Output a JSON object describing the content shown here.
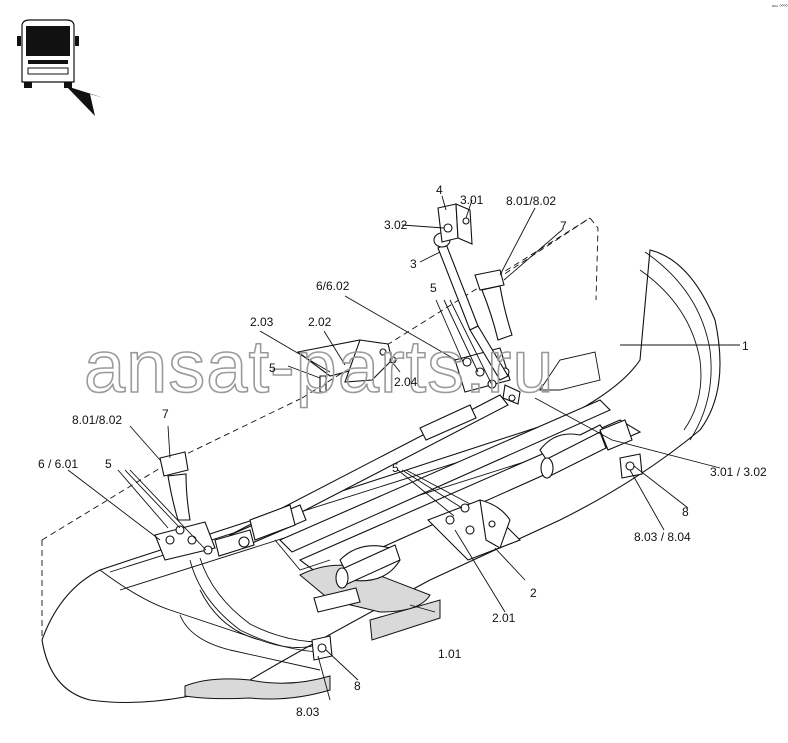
{
  "watermark": "ansat-parts.ru",
  "corner_code": "ᵃ⁸⁹ ⁰⁰⁰⁰",
  "icons": [
    "bus-front-icon",
    "arrow-pointer-icon"
  ],
  "callouts": {
    "c_1": "1",
    "c_1_01": "1.01",
    "c_2": "2",
    "c_2_01": "2.01",
    "c_2_02": "2.02",
    "c_2_03": "2.03",
    "c_2_04": "2.04",
    "c_3": "3",
    "c_3_01": "3.01",
    "c_3_02": "3.02",
    "c_3_01_3_02": "3.01 / 3.02",
    "c_4": "4",
    "c_5_a": "5",
    "c_5_b": "5",
    "c_5_c": "5",
    "c_5_d": "5",
    "c_6_6_02": "6/6.02",
    "c_6_6_01": "6 / 6.01",
    "c_7_a": "7",
    "c_7_b": "7",
    "c_8_01_8_02_a": "8.01/8.02",
    "c_8_01_8_02_b": "8.01/8.02",
    "c_8_a": "8",
    "c_8_b": "8",
    "c_8_03": "8.03",
    "c_8_03_8_04": "8.03 / 8.04"
  }
}
